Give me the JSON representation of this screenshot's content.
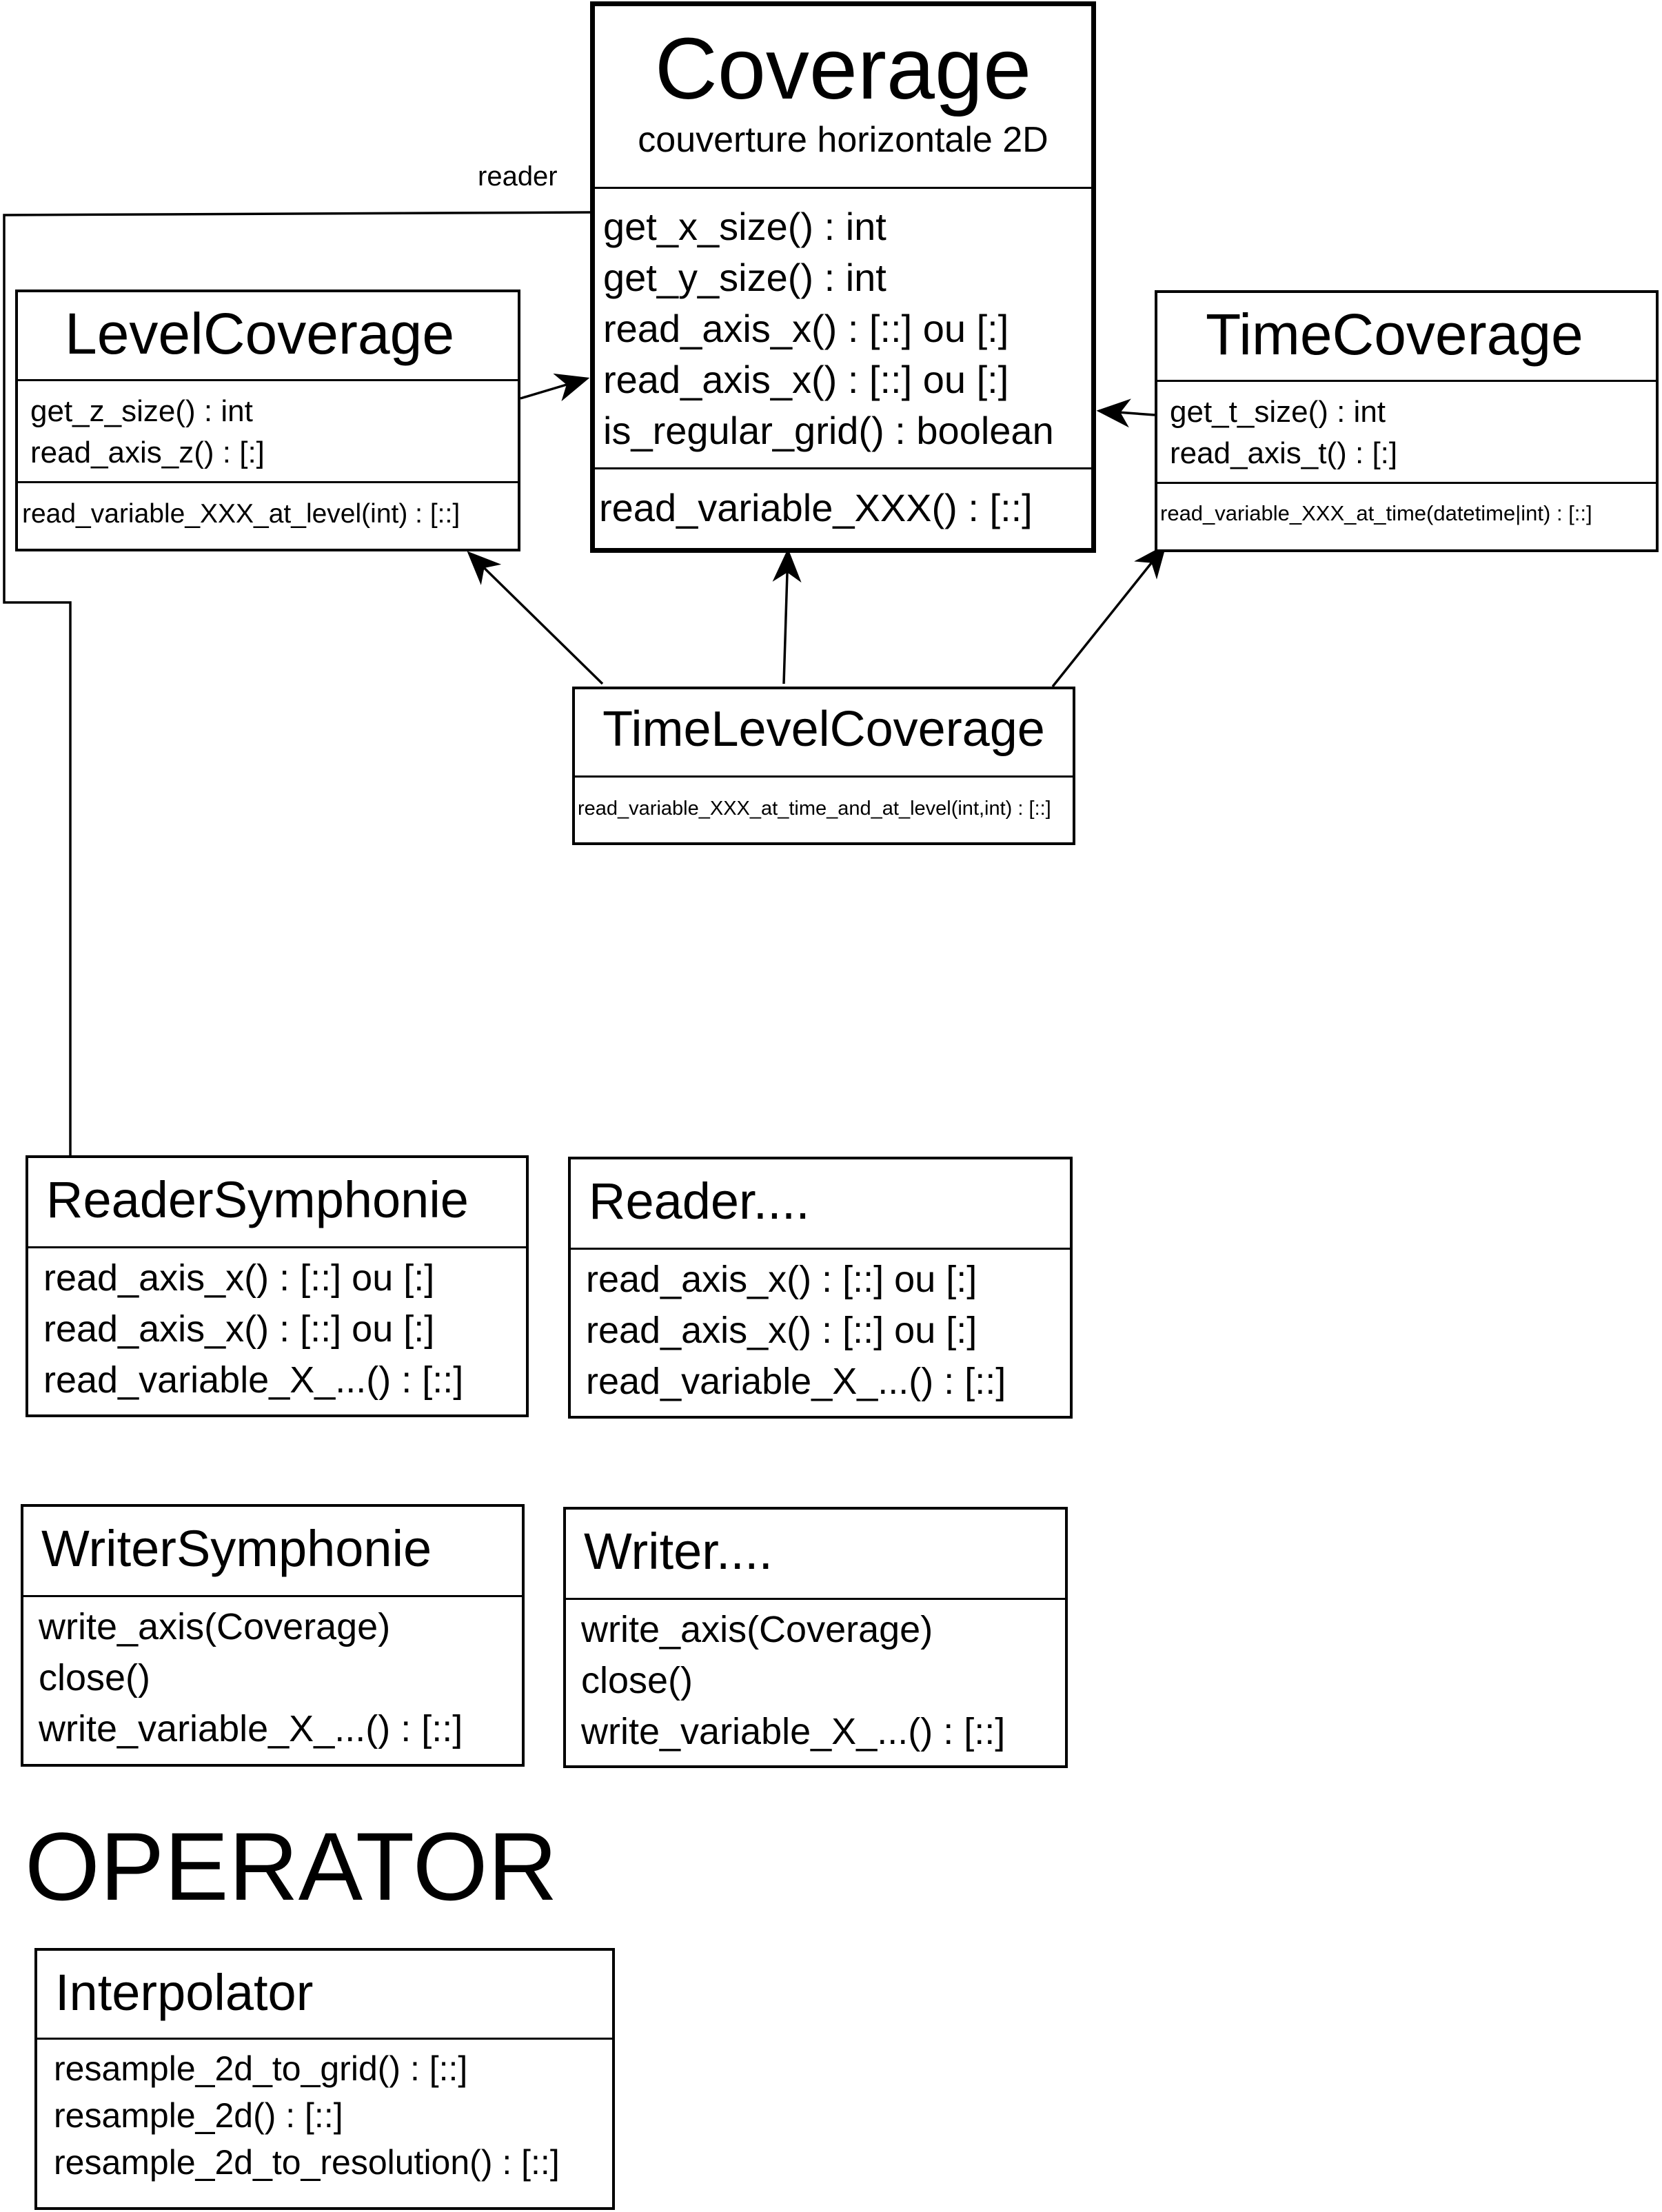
{
  "link_label": "reader",
  "classes": {
    "coverage": {
      "name": "Coverage",
      "subtitle": "couverture horizontale 2D",
      "attributes": [
        "get_x_size() : int",
        "get_y_size() : int",
        "read_axis_x() : [::] ou [:]",
        "read_axis_x() : [::] ou [:]",
        "is_regular_grid() : boolean"
      ],
      "methods": [
        "read_variable_XXX() : [::]"
      ]
    },
    "level_coverage": {
      "name": "LevelCoverage",
      "attributes": [
        "get_z_size() : int",
        "read_axis_z() : [:]"
      ],
      "methods": [
        "read_variable_XXX_at_level(int) : [::]"
      ]
    },
    "time_coverage": {
      "name": "TimeCoverage",
      "attributes": [
        "get_t_size() : int",
        "read_axis_t() : [:]"
      ],
      "methods": [
        "read_variable_XXX_at_time(datetime|int) : [::]"
      ]
    },
    "time_level_coverage": {
      "name": "TimeLevelCoverage",
      "methods": [
        "read_variable_XXX_at_time_and_at_level(int,int) : [::]"
      ]
    },
    "reader_symphonie": {
      "name": "ReaderSymphonie",
      "methods": [
        "read_axis_x() : [::] ou [:]",
        "read_axis_x() : [::] ou [:]",
        "read_variable_X_...() : [::]"
      ]
    },
    "reader_other": {
      "name": "Reader....",
      "methods": [
        "read_axis_x() : [::] ou [:]",
        "read_axis_x() : [::] ou [:]",
        "read_variable_X_...() : [::]"
      ]
    },
    "writer_symphonie": {
      "name": "WriterSymphonie",
      "methods": [
        "write_axis(Coverage)",
        "close()",
        "write_variable_X_...() : [::]"
      ]
    },
    "writer_other": {
      "name": "Writer....",
      "methods": [
        "write_axis(Coverage)",
        "close()",
        "write_variable_X_...() : [::]"
      ]
    },
    "interpolator": {
      "name": "Interpolator",
      "methods": [
        "resample_2d_to_grid() : [::]",
        "resample_2d() : [::]",
        "resample_2d_to_resolution() : [::]"
      ]
    }
  },
  "section_heading": "OPERATOR"
}
